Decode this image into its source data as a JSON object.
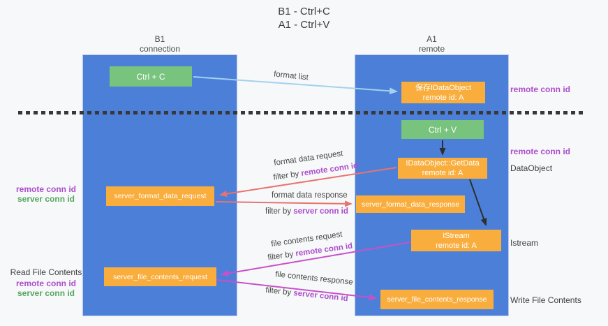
{
  "title": {
    "line1": "B1 - Ctrl+C",
    "line2": "A1 - Ctrl+V"
  },
  "columns": {
    "left": {
      "name": "B1",
      "role": "connection"
    },
    "right": {
      "name": "A1",
      "role": "remote"
    }
  },
  "nodes": {
    "ctrl_c": {
      "label": "Ctrl + C"
    },
    "save_dataobject": {
      "line1": "保存IDataObject",
      "line2": "remote id: A"
    },
    "ctrl_v": {
      "label": "Ctrl + V"
    },
    "getdata": {
      "line1": "IDataObject::GetData",
      "line2": "remote id: A"
    },
    "server_format_data_request": {
      "label": "server_format_data_request"
    },
    "server_format_data_response": {
      "label": "server_format_data_response"
    },
    "istream": {
      "line1": "IStream",
      "line2": "remote id: A"
    },
    "server_file_contents_request": {
      "label": "server_file_contents_request"
    },
    "server_file_contents_response": {
      "label": "server_file_contents_response"
    }
  },
  "edge_labels": {
    "format_list": "format list",
    "format_data_request": {
      "line1": "format data request",
      "filter_prefix": "filter by ",
      "filter_key": "remote conn id"
    },
    "format_data_response": {
      "line1": "format data response",
      "filter_prefix": "filter by ",
      "filter_key": "server conn id"
    },
    "file_contents_request": {
      "line1": "file contents request",
      "filter_prefix": "filter by ",
      "filter_key": "remote conn id"
    },
    "file_contents_response": {
      "line1": "file contents response",
      "filter_prefix": "filter by ",
      "filter_key": "server conn id"
    }
  },
  "side_labels": {
    "left": {
      "remote_conn_id_1": "remote conn id",
      "server_conn_id_1": "server conn id",
      "read_file_contents": "Read File Contents",
      "remote_conn_id_2": "remote conn id",
      "server_conn_id_2": "server conn id"
    },
    "right": {
      "remote_conn_id_1": "remote conn id",
      "remote_conn_id_2": "remote conn id",
      "dataobject": "DataObject",
      "istream": "Istream",
      "write_file_contents": "Write File Contents"
    }
  },
  "colors": {
    "column_blue": "#4c80d8",
    "node_orange": "#f9ad3d",
    "node_green": "#78c47e",
    "arrow_lightblue": "#a3d1ee",
    "arrow_salmon": "#e8736f",
    "arrow_magenta": "#c751c9",
    "arrow_black": "#2e2e2e",
    "text_purple": "#ab4ecb",
    "text_green": "#56a65e"
  }
}
